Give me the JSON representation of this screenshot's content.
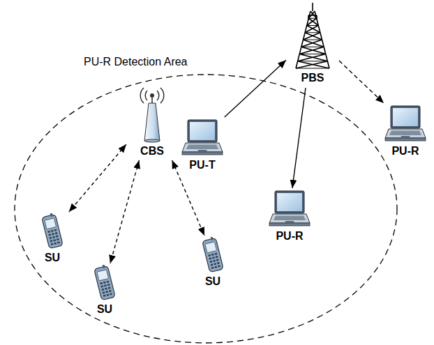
{
  "diagram": {
    "nodes": [
      {
        "text": [
          "PU-R Detection Area"
        ]
      },
      {
        "text": [
          "PBS"
        ]
      },
      {
        "text": [
          "PU-T"
        ],
        "in": 0
      },
      {
        "text": [
          "CBS"
        ],
        "in": 0
      },
      {
        "text": [
          "PU-R"
        ]
      },
      {
        "text": [
          "SU"
        ],
        "in": 0
      },
      {
        "text": [
          "PU-R"
        ],
        "in": 0
      },
      {
        "text": [
          "SU"
        ],
        "in": 0
      },
      {
        "text": [
          "SU"
        ],
        "in": 0
      }
    ],
    "edges": [
      {
        "from": 2,
        "to": 1,
        "arrow": "to"
      },
      {
        "from": 1,
        "to": 6,
        "arrow": "to"
      },
      {
        "from": 1,
        "to": 4,
        "arrow": "to"
      },
      {
        "from": 3,
        "to": 5,
        "arrow": "both"
      },
      {
        "from": 3,
        "to": 8,
        "arrow": "both"
      },
      {
        "from": 3,
        "to": 7,
        "arrow": "both"
      }
    ]
  }
}
